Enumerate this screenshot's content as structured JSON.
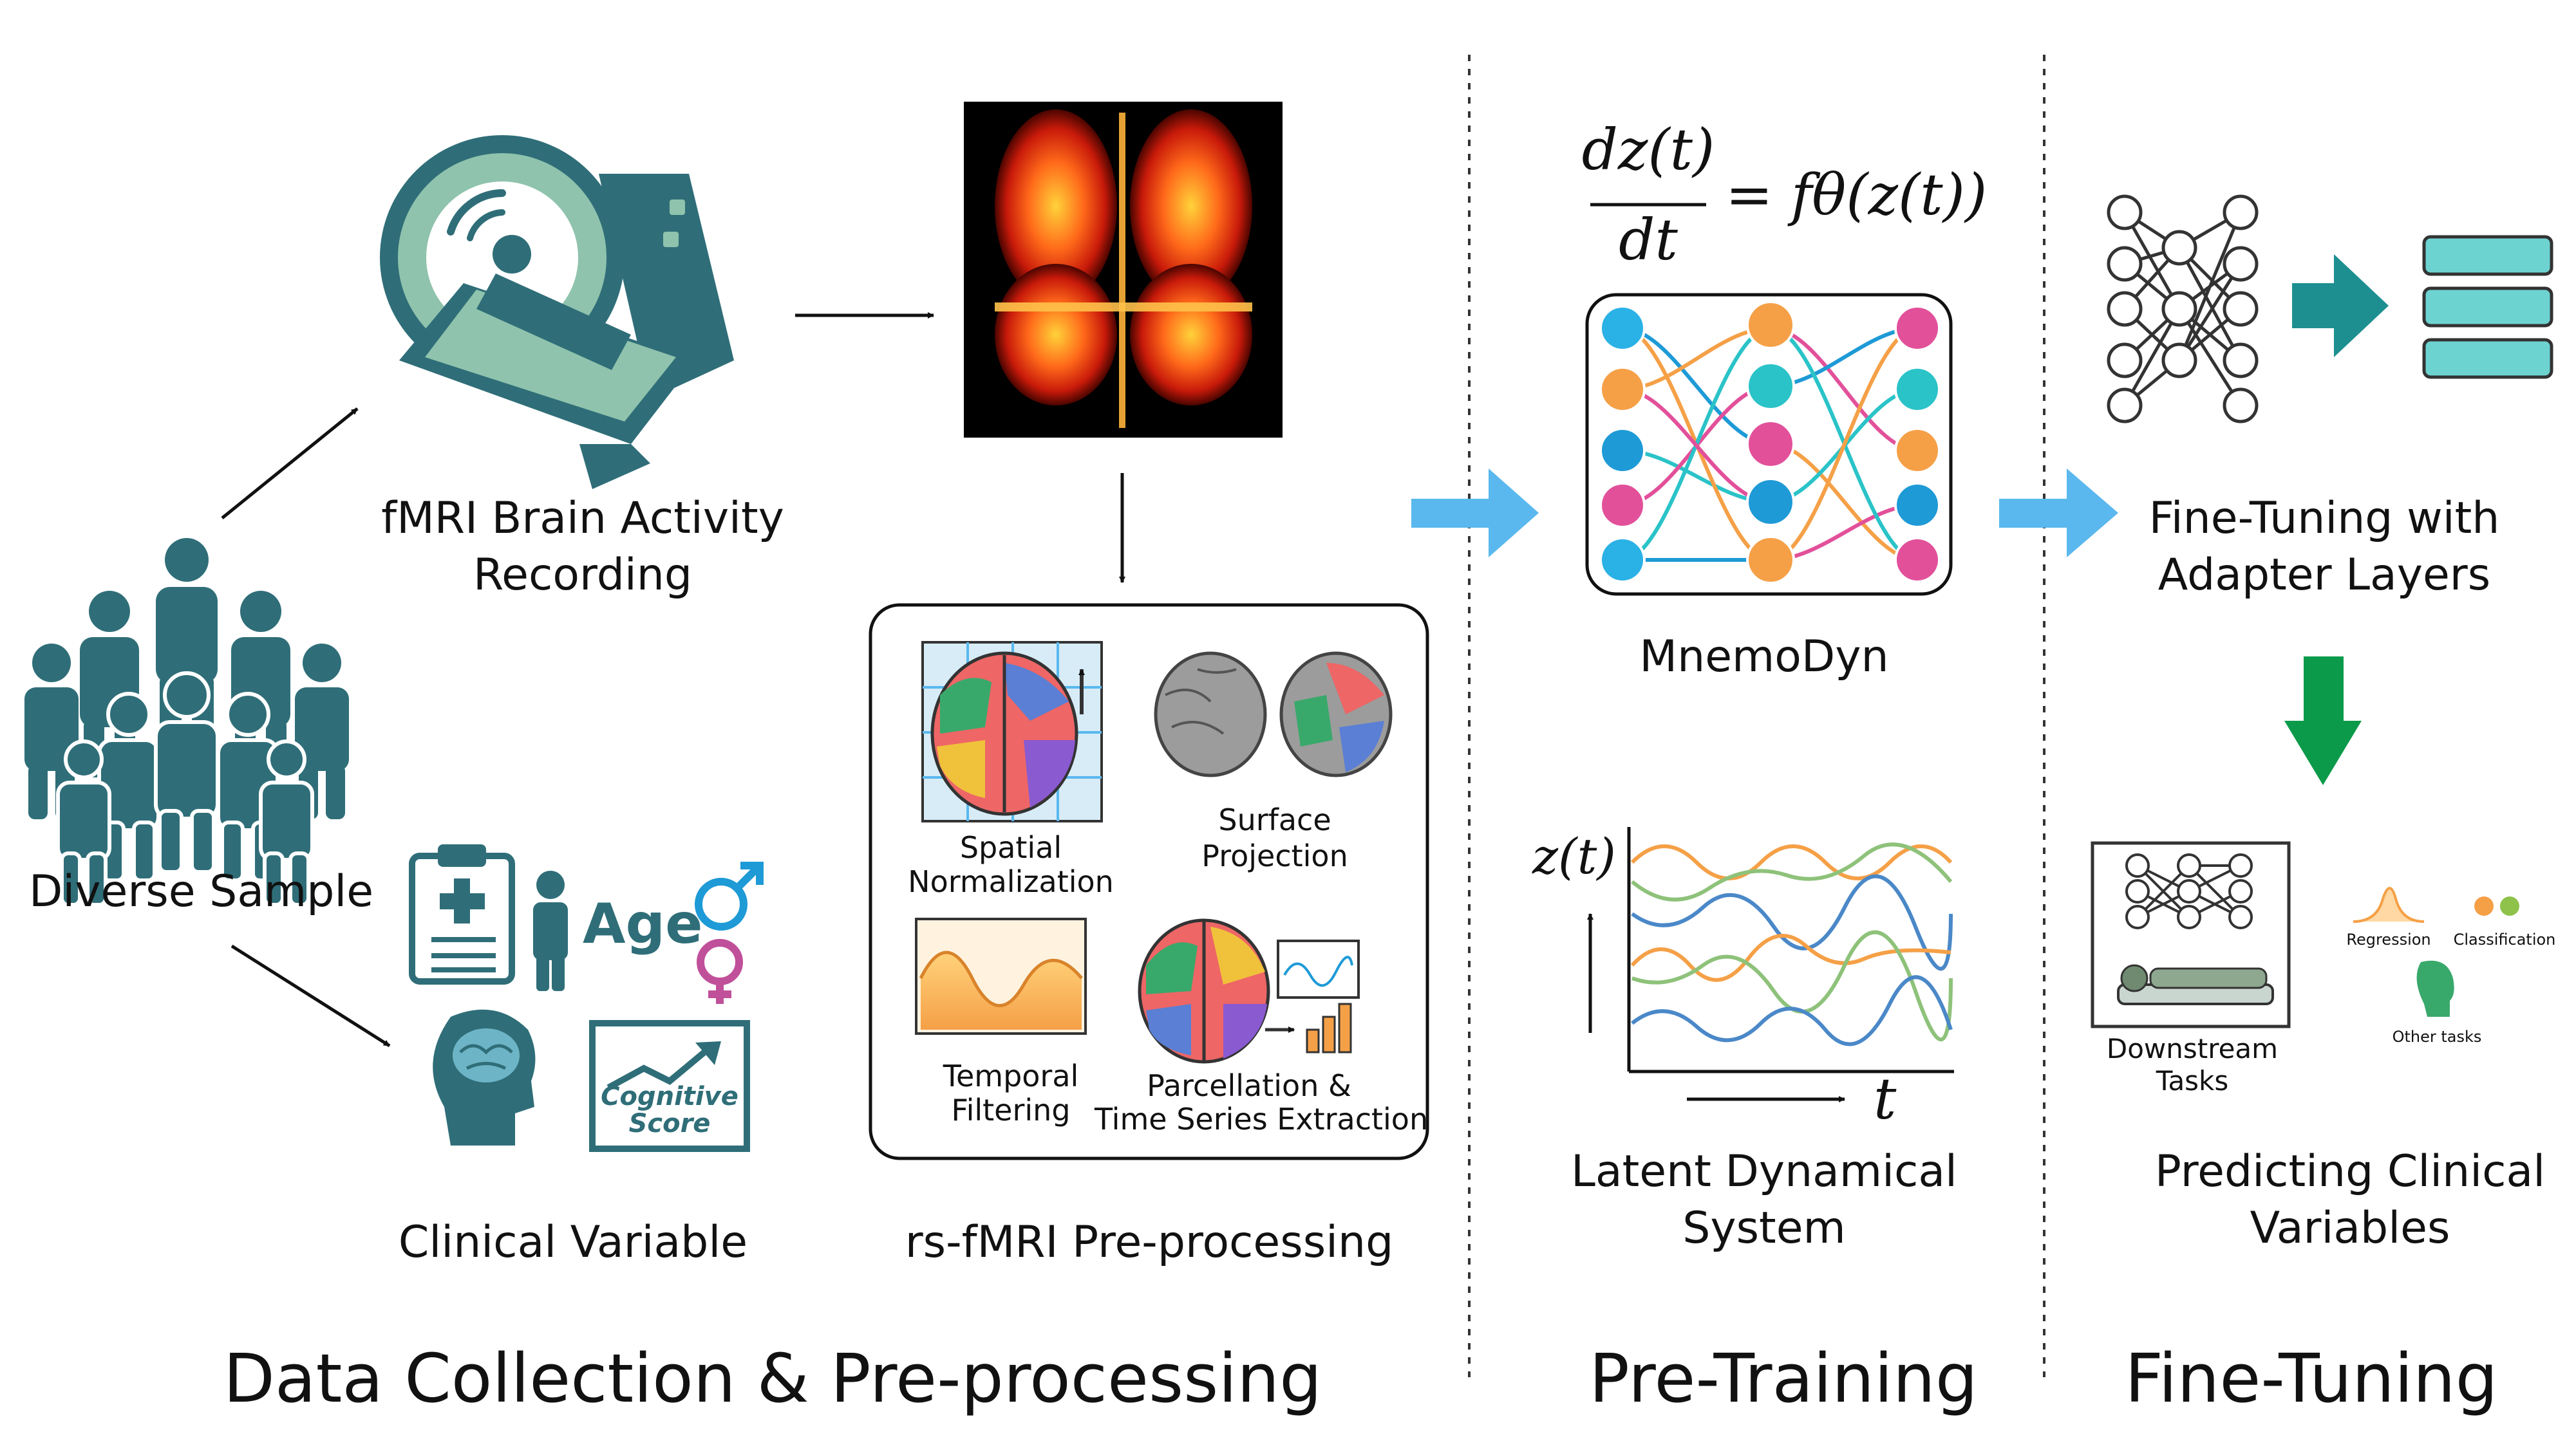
{
  "labels": {
    "diverse_sample": "Diverse Sample",
    "fmri_line1": "fMRI Brain Activity",
    "fmri_line2": "Recording",
    "clinical_variable": "Clinical Variable",
    "age": "Age",
    "cognitive_line1": "Cognitive",
    "cognitive_line2": "Score",
    "preproc_title": "rs-fMRI Pre-processing",
    "spatial_line1": "Spatial",
    "spatial_line2": "Normalization",
    "surface_line1": "Surface",
    "surface_line2": "Projection",
    "temporal_line1": "Temporal",
    "temporal_line2": "Filtering",
    "parcel_line1": "Parcellation &",
    "parcel_line2": "Time Series Extraction",
    "eq_num": "dz(t)",
    "eq_den": "dt",
    "eq_rhs": "= fθ(z(t))",
    "mnemodyn": "MnemoDyn",
    "latent_line1": "Latent Dynamical",
    "latent_line2": "System",
    "z_label": "z(t)",
    "t_label": "t",
    "finetune_line1": "Fine-Tuning with",
    "finetune_line2": "Adapter Layers",
    "downstream_line1": "Downstream",
    "downstream_line2": "Tasks",
    "regression": "Regression",
    "classification": "Classification",
    "other_tasks": "Other tasks",
    "predict_line1": "Predicting Clinical",
    "predict_line2": "Variables"
  },
  "sections": {
    "data_collection": "Data Collection & Pre-processing",
    "pre_training": "Pre-Training",
    "fine_tuning": "Fine-Tuning"
  },
  "colors": {
    "teal_dark": "#2f6e78",
    "teal_light": "#8fc3ad",
    "blue_arrow": "#5ab8ee",
    "green_arrow": "#0b9a4a",
    "orange": "#f5a047",
    "pink": "#e2509a",
    "node_blue": "#1e9ad6"
  }
}
